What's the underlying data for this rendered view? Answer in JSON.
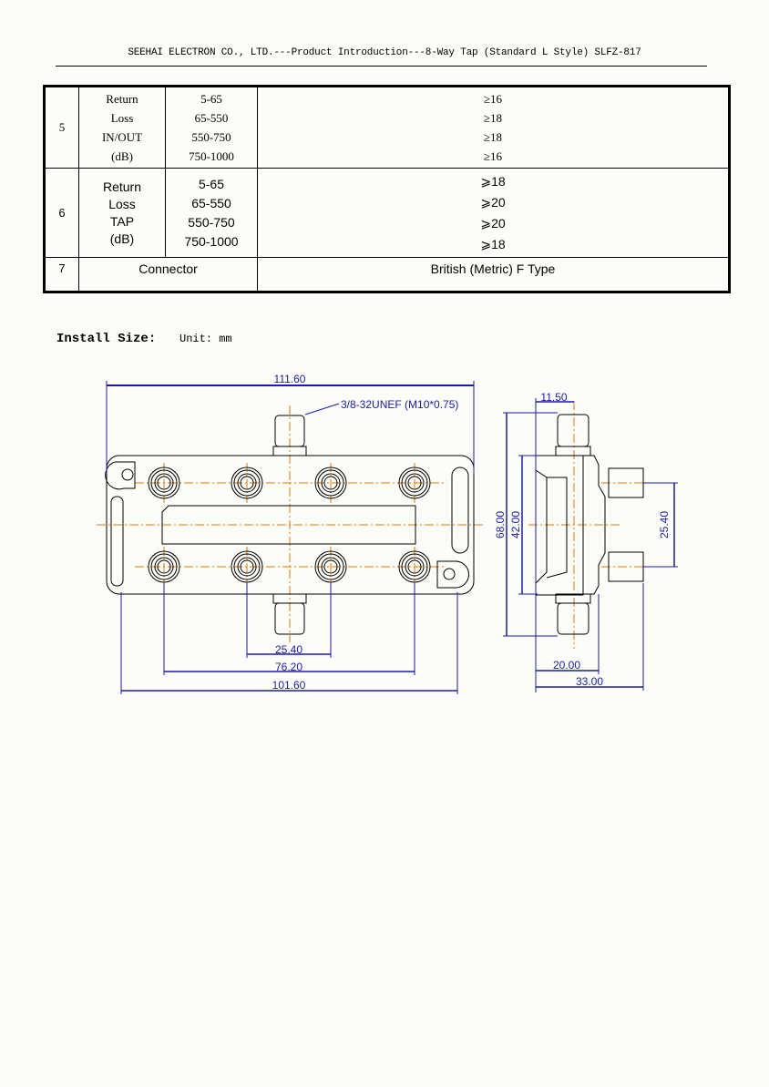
{
  "header": {
    "text": "SEEHAI ELECTRON CO., LTD.---Product Introduction---8-Way Tap (Standard L Style) SLFZ-817"
  },
  "table": {
    "rows": [
      {
        "no": "5",
        "item": [
          "Return",
          "Loss",
          "IN/OUT",
          "(dB)"
        ],
        "freq": [
          "5-65",
          "65-550",
          "550-750",
          "750-1000"
        ],
        "values": [
          "≥16",
          "≥18",
          "≥18",
          "≥16"
        ]
      },
      {
        "no": "6",
        "item": [
          "Return",
          "Loss",
          "TAP",
          "(dB)"
        ],
        "freq": [
          "5-65",
          "65-550",
          "550-750",
          "750-1000"
        ],
        "values": [
          "⩾18",
          "⩾20",
          "⩾20",
          "⩾18"
        ]
      },
      {
        "no": "7",
        "item": "Connector",
        "value": "British (Metric) F Type"
      }
    ]
  },
  "install": {
    "title": "Install Size:",
    "unit": "Unit: mm"
  },
  "drawing": {
    "thread_label": "3/8-32UNEF (M10*0.75)",
    "dims": {
      "overall_width": "111.60",
      "mount_width": "101.60",
      "port_span": "76.20",
      "port_pitch": "25.40",
      "side_top": "11.50",
      "height_total": "68.00",
      "height_body": "42.00",
      "side_port_pitch": "25.40",
      "depth_body": "20.00",
      "depth_total": "33.00"
    },
    "colors": {
      "outline": "#000000",
      "centerline": "#e07a00",
      "dimension": "#1a1ab0"
    }
  }
}
